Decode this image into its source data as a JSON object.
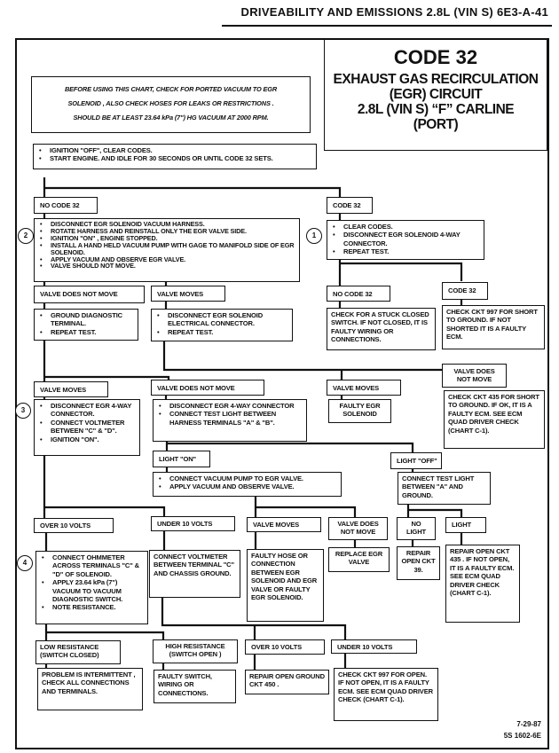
{
  "header": "DRIVEABILITY AND EMISSIONS 2.8L (VIN S) 6E3-A-41",
  "title": {
    "code": "CODE 32",
    "lines": [
      "EXHAUST GAS RECIRCULATION",
      "(EGR) CIRCUIT",
      "2.8L  (VIN S)  “F”  CARLINE",
      "(PORT)"
    ]
  },
  "note": [
    "BEFORE USING THIS CHART, CHECK FOR PORTED VACUUM TO EGR",
    "SOLENOID , ALSO CHECK HOSES FOR LEAKS OR RESTRICTIONS .",
    "SHOULD BE  AT LEAST 23.64 kPa (7\") HG VACUUM AT 2000 RPM."
  ],
  "start": [
    "IGNITION \"OFF\", CLEAR CODES.",
    "START ENGINE. AND IDLE FOR 30 SECONDS OR UNTIL CODE 32 SETS."
  ],
  "step_numbers": [
    "1",
    "2",
    "3",
    "4"
  ],
  "no_code_32": "NO CODE 32",
  "code_32": "CODE 32",
  "step2": [
    "DISCONNECT EGR SOLENOID VACUUM HARNESS.",
    "ROTATE HARNESS AND REINSTALL ONLY THE EGR VALVE SIDE.",
    "IGNITION \"ON\" , ENGINE STOPPED.",
    "INSTALL A HAND HELD VACUUM PUMP WITH GAGE TO MANIFOLD SIDE OF EGR SOLENOID.",
    "APPLY VACUUM AND OBSERVE EGR VALVE.",
    "VALVE SHOULD NOT MOVE."
  ],
  "step1": [
    "CLEAR CODES.",
    "DISCONNECT EGR SOLENOID 4-WAY CONNECTOR.",
    "REPEAT TEST."
  ],
  "valve_does_not_move": "VALVE DOES NOT MOVE",
  "valve_moves": "VALVE MOVES",
  "valve_does_not_move_2": "VALVE DOES NOT MOVE",
  "ground_diag": [
    "GROUND DIAGNOSTIC TERMINAL.",
    "REPEAT TEST."
  ],
  "disconnect_elec": [
    "DISCONNECT EGR SOLENOID ELECTRICAL CONNECTOR.",
    "REPEAT TEST."
  ],
  "stuck_switch": "CHECK FOR A STUCK CLOSED SWITCH.  IF NOT CLOSED, IT IS FAULTY WIRING OR CONNECTIONS.",
  "ckt997_short": "CHECK CKT 997 FOR SHORT TO GROUND. IF NOT SHORTED IT IS A FAULTY ECM.",
  "faulty_solenoid": "FAULTY EGR SOLENOID",
  "ckt435_short": "CHECK CKT 435 FOR SHORT TO GROUND. IF OK,  IT IS A FAULTY ECM. SEE ECM QUAD DRIVER CHECK (CHART C-1).",
  "step3": [
    "DISCONNECT EGR 4-WAY CONNECTOR.",
    "CONNECT VOLTMETER BETWEEN \"C\" & \"D\".",
    "IGNITION \"ON\"."
  ],
  "test_light_ab": [
    "DISCONNECT EGR 4-WAY CONNECTOR",
    "CONNECT TEST LIGHT BETWEEN HARNESS TERMINALS \"A\" & \"B\"."
  ],
  "light_on": "LIGHT \"ON\"",
  "light_off": "LIGHT \"OFF\"",
  "vacuum_pump": [
    "CONNECT VACUUM PUMP TO EGR VALVE.",
    "APPLY VACUUM AND OBSERVE VALVE."
  ],
  "test_light_a_ground": "CONNECT TEST LIGHT BETWEEN  \"A\"  AND GROUND.",
  "over_10_volts": "OVER 10 VOLTS",
  "under_10_volts": "UNDER 10 VOLTS",
  "no_light": "NO LIGHT",
  "light": "LIGHT",
  "step4": [
    "CONNECT OHMMETER ACROSS TERMINALS \"C\" & \"D\" OF SOLENOID.",
    "APPLY 23.64 kPa (7\") VACUUM TO VACUUM DIAGNOSTIC SWITCH.",
    "NOTE RESISTANCE."
  ],
  "voltmeter_c": "CONNECT VOLTMETER BETWEEN TERMINAL \"C\" AND CHASSIS GROUND.",
  "faulty_hose": "FAULTY HOSE OR CONNECTION BETWEEN EGR SOLENOID AND EGR VALVE OR FAULTY EGR SOLENOID.",
  "replace_valve": "REPLACE EGR VALVE",
  "repair_39": "REPAIR OPEN CKT 39.",
  "repair_435": "REPAIR OPEN CKT 435 . IF NOT OPEN, IT IS A FAULTY ECM. SEE ECM QUAD DRIVER CHECK (CHART C-1).",
  "low_res": "LOW RESISTANCE (SWITCH CLOSED)",
  "high_res": "HIGH RESISTANCE (SWITCH OPEN )",
  "intermittent": "PROBLEM IS INTERMITTENT , CHECK ALL CONNECTIONS AND TERMINALS.",
  "faulty_switch": "FAULTY SWITCH, WIRING OR CONNECTIONS.",
  "repair_450": "REPAIR OPEN GROUND CKT 450 .",
  "ckt997_open": "CHECK CKT 997 FOR OPEN.  IF NOT OPEN, IT IS A FAULTY ECM.  SEE ECM QUAD DRIVER CHECK (CHART C-1).",
  "footer": {
    "date": "7-29-87",
    "ref": "5S 1602-6E"
  }
}
